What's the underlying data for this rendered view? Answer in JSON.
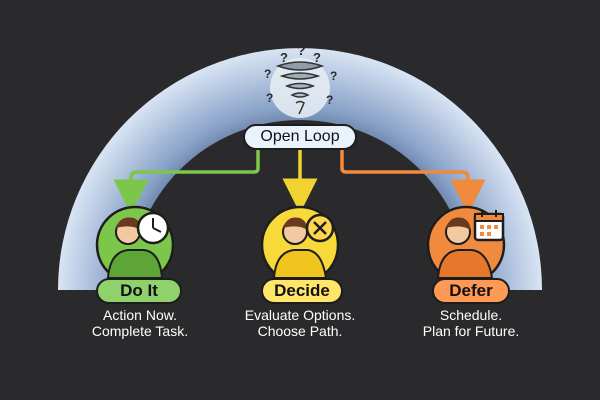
{
  "root": {
    "label": "Open Loop"
  },
  "branches": [
    {
      "label": "Do It",
      "line1": "Action Now.",
      "line2": "Complete Task.",
      "color": "#8fd16a",
      "arrow_color": "#7cc64b",
      "icon": "clock-icon"
    },
    {
      "label": "Decide",
      "line1": "Evaluate Options.",
      "line2": "Choose Path.",
      "color": "#ffe56a",
      "arrow_color": "#f2d230",
      "icon": "x-circle-icon"
    },
    {
      "label": "Defer",
      "line1": "Schedule.",
      "line2": "Plan for Future.",
      "color": "#ff9a55",
      "arrow_color": "#f08a3e",
      "icon": "calendar-icon"
    }
  ],
  "colors": {
    "background": "#2a2a2c",
    "arc_outer": "#9fb8dd",
    "arc_inner": "#dfe9f6"
  }
}
